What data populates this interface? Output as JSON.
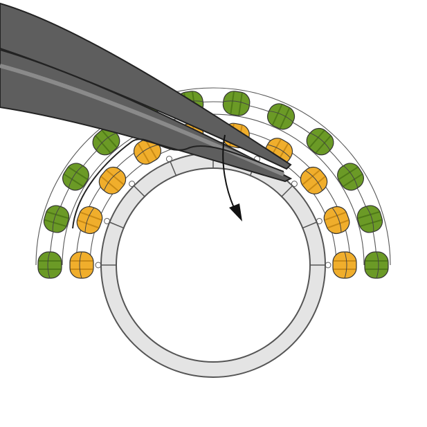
{
  "illustration": {
    "subject": "beaded-ring-with-tweezers",
    "icons": [
      "ring-band",
      "green-bead-row",
      "yellow-bead-row",
      "tweezers",
      "direction-arrow"
    ],
    "colors": {
      "background": "#ffffff",
      "ring_fill": "#e4e4e4",
      "ring_stroke": "#555555",
      "green_bead": "#6b9a26",
      "green_bead_dark": "#4f7a18",
      "yellow_bead": "#f0ae2c",
      "yellow_bead_dark": "#c98a15",
      "thread": "#555555",
      "tweezers": "#5e5e5e",
      "tweezers_highlight": "#8a8a8a",
      "arrow": "#111111"
    },
    "bead_counts": {
      "green": 12,
      "yellow": 10
    }
  }
}
